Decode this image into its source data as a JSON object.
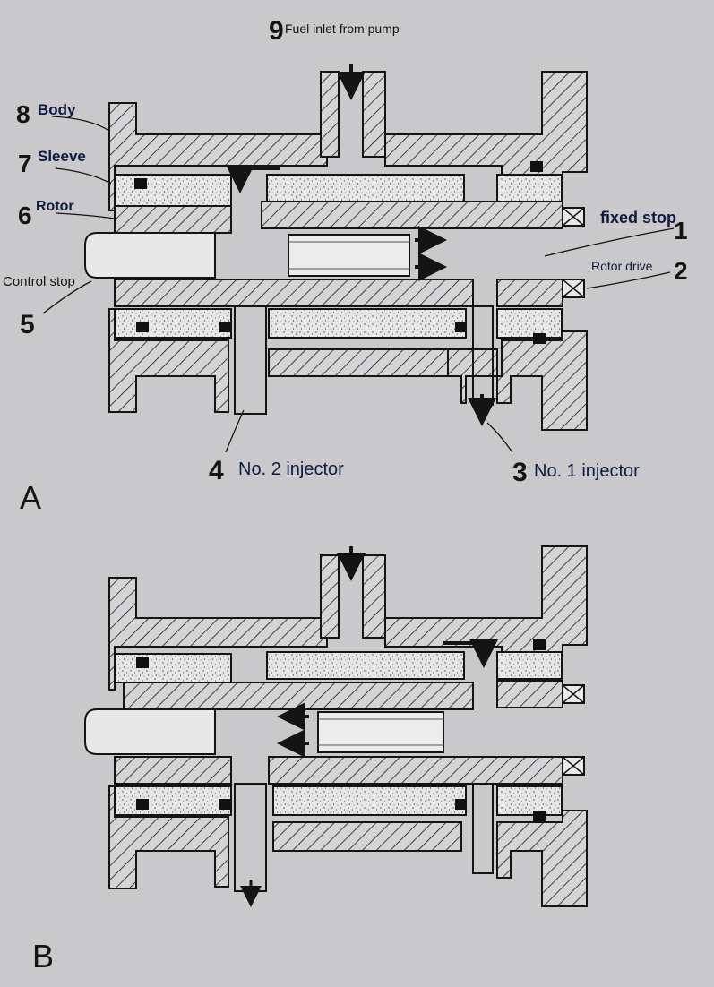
{
  "labels": {
    "fuel_inlet": {
      "num": "9",
      "text": "Fuel inlet from pump"
    },
    "body": {
      "num": "8",
      "text": "Body"
    },
    "sleeve": {
      "num": "7",
      "text": "Sleeve"
    },
    "rotor": {
      "num": "6",
      "text": "Rotor"
    },
    "control_stop": {
      "num": "5",
      "text": "Control stop"
    },
    "no2_injector": {
      "num": "4",
      "text": "No. 2 injector"
    },
    "no1_injector": {
      "num": "3",
      "text": "No. 1 injector"
    },
    "rotor_drive": {
      "num": "2",
      "text": "Rotor drive"
    },
    "fixed_stop": {
      "num": "1",
      "text": "fixed stop"
    }
  },
  "panels": {
    "a": "A",
    "b": "B"
  },
  "colors": {
    "background": "#c9c9cb",
    "ink": "#141414",
    "label_blue": "#0e1a40",
    "speckle": "#e4e4e4"
  }
}
